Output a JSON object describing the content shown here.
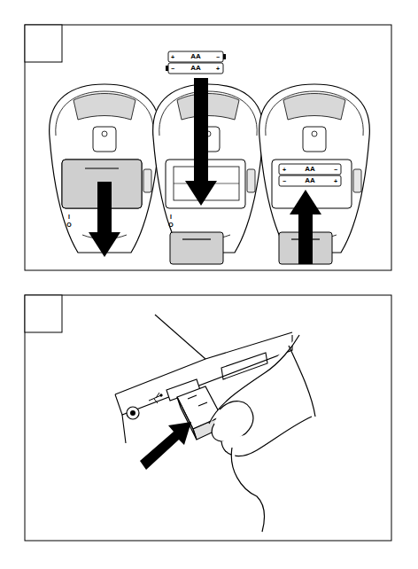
{
  "diagram": {
    "labels": [
      "+",
      "AA",
      "−",
      "−",
      "AA",
      "+",
      "I",
      "O",
      "I",
      "O",
      "+",
      "AA",
      "−",
      "−",
      "AA",
      "+"
    ]
  }
}
